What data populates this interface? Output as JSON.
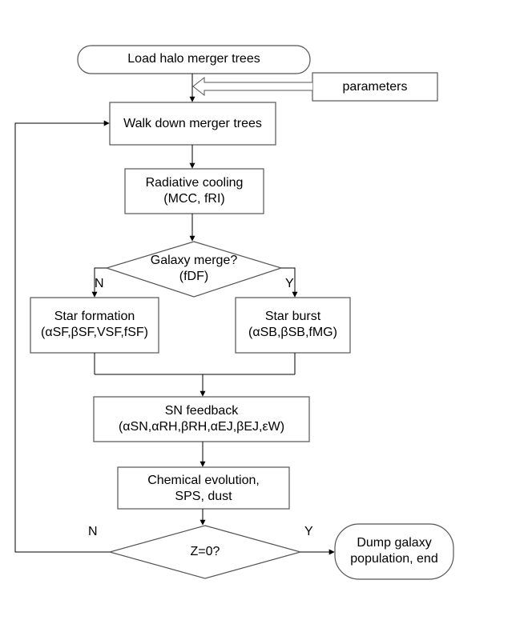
{
  "nodes": {
    "load": {
      "text": "Load halo merger trees"
    },
    "params": {
      "text": "parameters"
    },
    "walk": {
      "text": "Walk down merger  trees"
    },
    "cooling": {
      "line1": "Radiative cooling",
      "line2": "(M​CC, fRI)"
    },
    "merge": {
      "line1": "Galaxy merge?",
      "line2": "(fDF)"
    },
    "starform": {
      "line1": "Star formation",
      "line2": "(αSF,βSF,VSF,fSF)"
    },
    "starburst": {
      "line1": "Star burst",
      "line2": "(αSB,βSB,fMG)"
    },
    "sn": {
      "line1": "SN feedback",
      "line2": "(αSN,αRH,βRH,αEJ,βEJ,εW)"
    },
    "chem": {
      "line1": "Chemical evolution,",
      "line2": "SPS, dust"
    },
    "z0": {
      "text": "Z=0?"
    },
    "dump": {
      "line1": "Dump galaxy",
      "line2": "population, end"
    }
  },
  "edges": {
    "merge_no": "N",
    "merge_yes": "Y",
    "z0_no": "N",
    "z0_yes": "Y"
  },
  "colors": {
    "stroke": "#555555",
    "text": "#000000"
  }
}
